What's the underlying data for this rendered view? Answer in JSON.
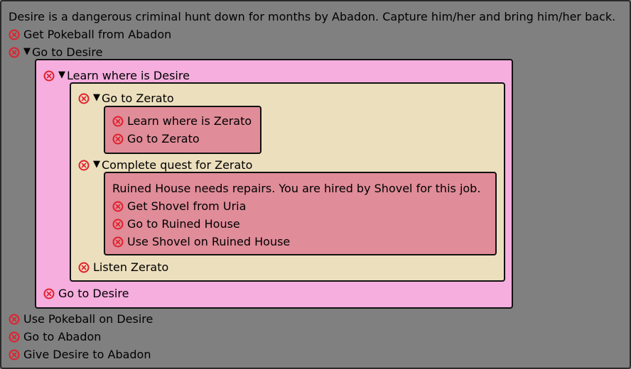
{
  "quest": {
    "description": "Desire is a dangerous criminal hunt down for months by Abadon. Capture him/her and bring him/her back.",
    "steps": {
      "get_pokeball": "Get Pokeball from Abadon",
      "go_to_desire": "Go to Desire",
      "use_pokeball": "Use Pokeball on Desire",
      "go_to_abadon": "Go to Abadon",
      "give_desire": "Give Desire to Abadon"
    },
    "go_to_desire_group": {
      "learn_where": "Learn where is Desire",
      "go_to_desire_final": "Go to Desire",
      "learn_group": {
        "go_to_zerato": "Go to Zerato",
        "zerato_group": {
          "learn_where_zerato": "Learn where is Zerato",
          "go_to_zerato": "Go to Zerato"
        },
        "complete_quest": "Complete quest for Zerato",
        "subquest": {
          "description": "Ruined House needs repairs. You are hired by Shovel for this job.",
          "get_shovel": "Get Shovel from Uria",
          "go_to_ruined_house": "Go to Ruined House",
          "use_shovel": "Use Shovel on Ruined House"
        },
        "listen_zerato": "Listen Zerato"
      }
    }
  },
  "colors": {
    "background": "#808080",
    "pink_box": "#f5aede",
    "tan_box": "#ecdfbd",
    "rose_box": "#e08c99",
    "failed_icon": "#e0202c"
  },
  "icons": {
    "status": "failed-circle-x-icon",
    "expand": "expanded-triangle-icon"
  }
}
